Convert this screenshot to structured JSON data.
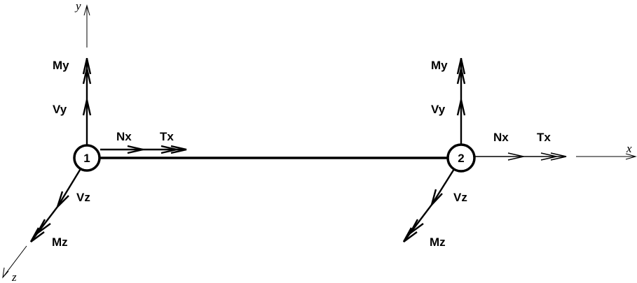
{
  "axes": {
    "x": "x",
    "y": "y",
    "z": "z"
  },
  "nodes": [
    "1",
    "2"
  ],
  "labels": {
    "my": "My",
    "vy": "Vy",
    "nx": "Nx",
    "tx": "Tx",
    "vz": "Vz",
    "mz": "Mz"
  }
}
